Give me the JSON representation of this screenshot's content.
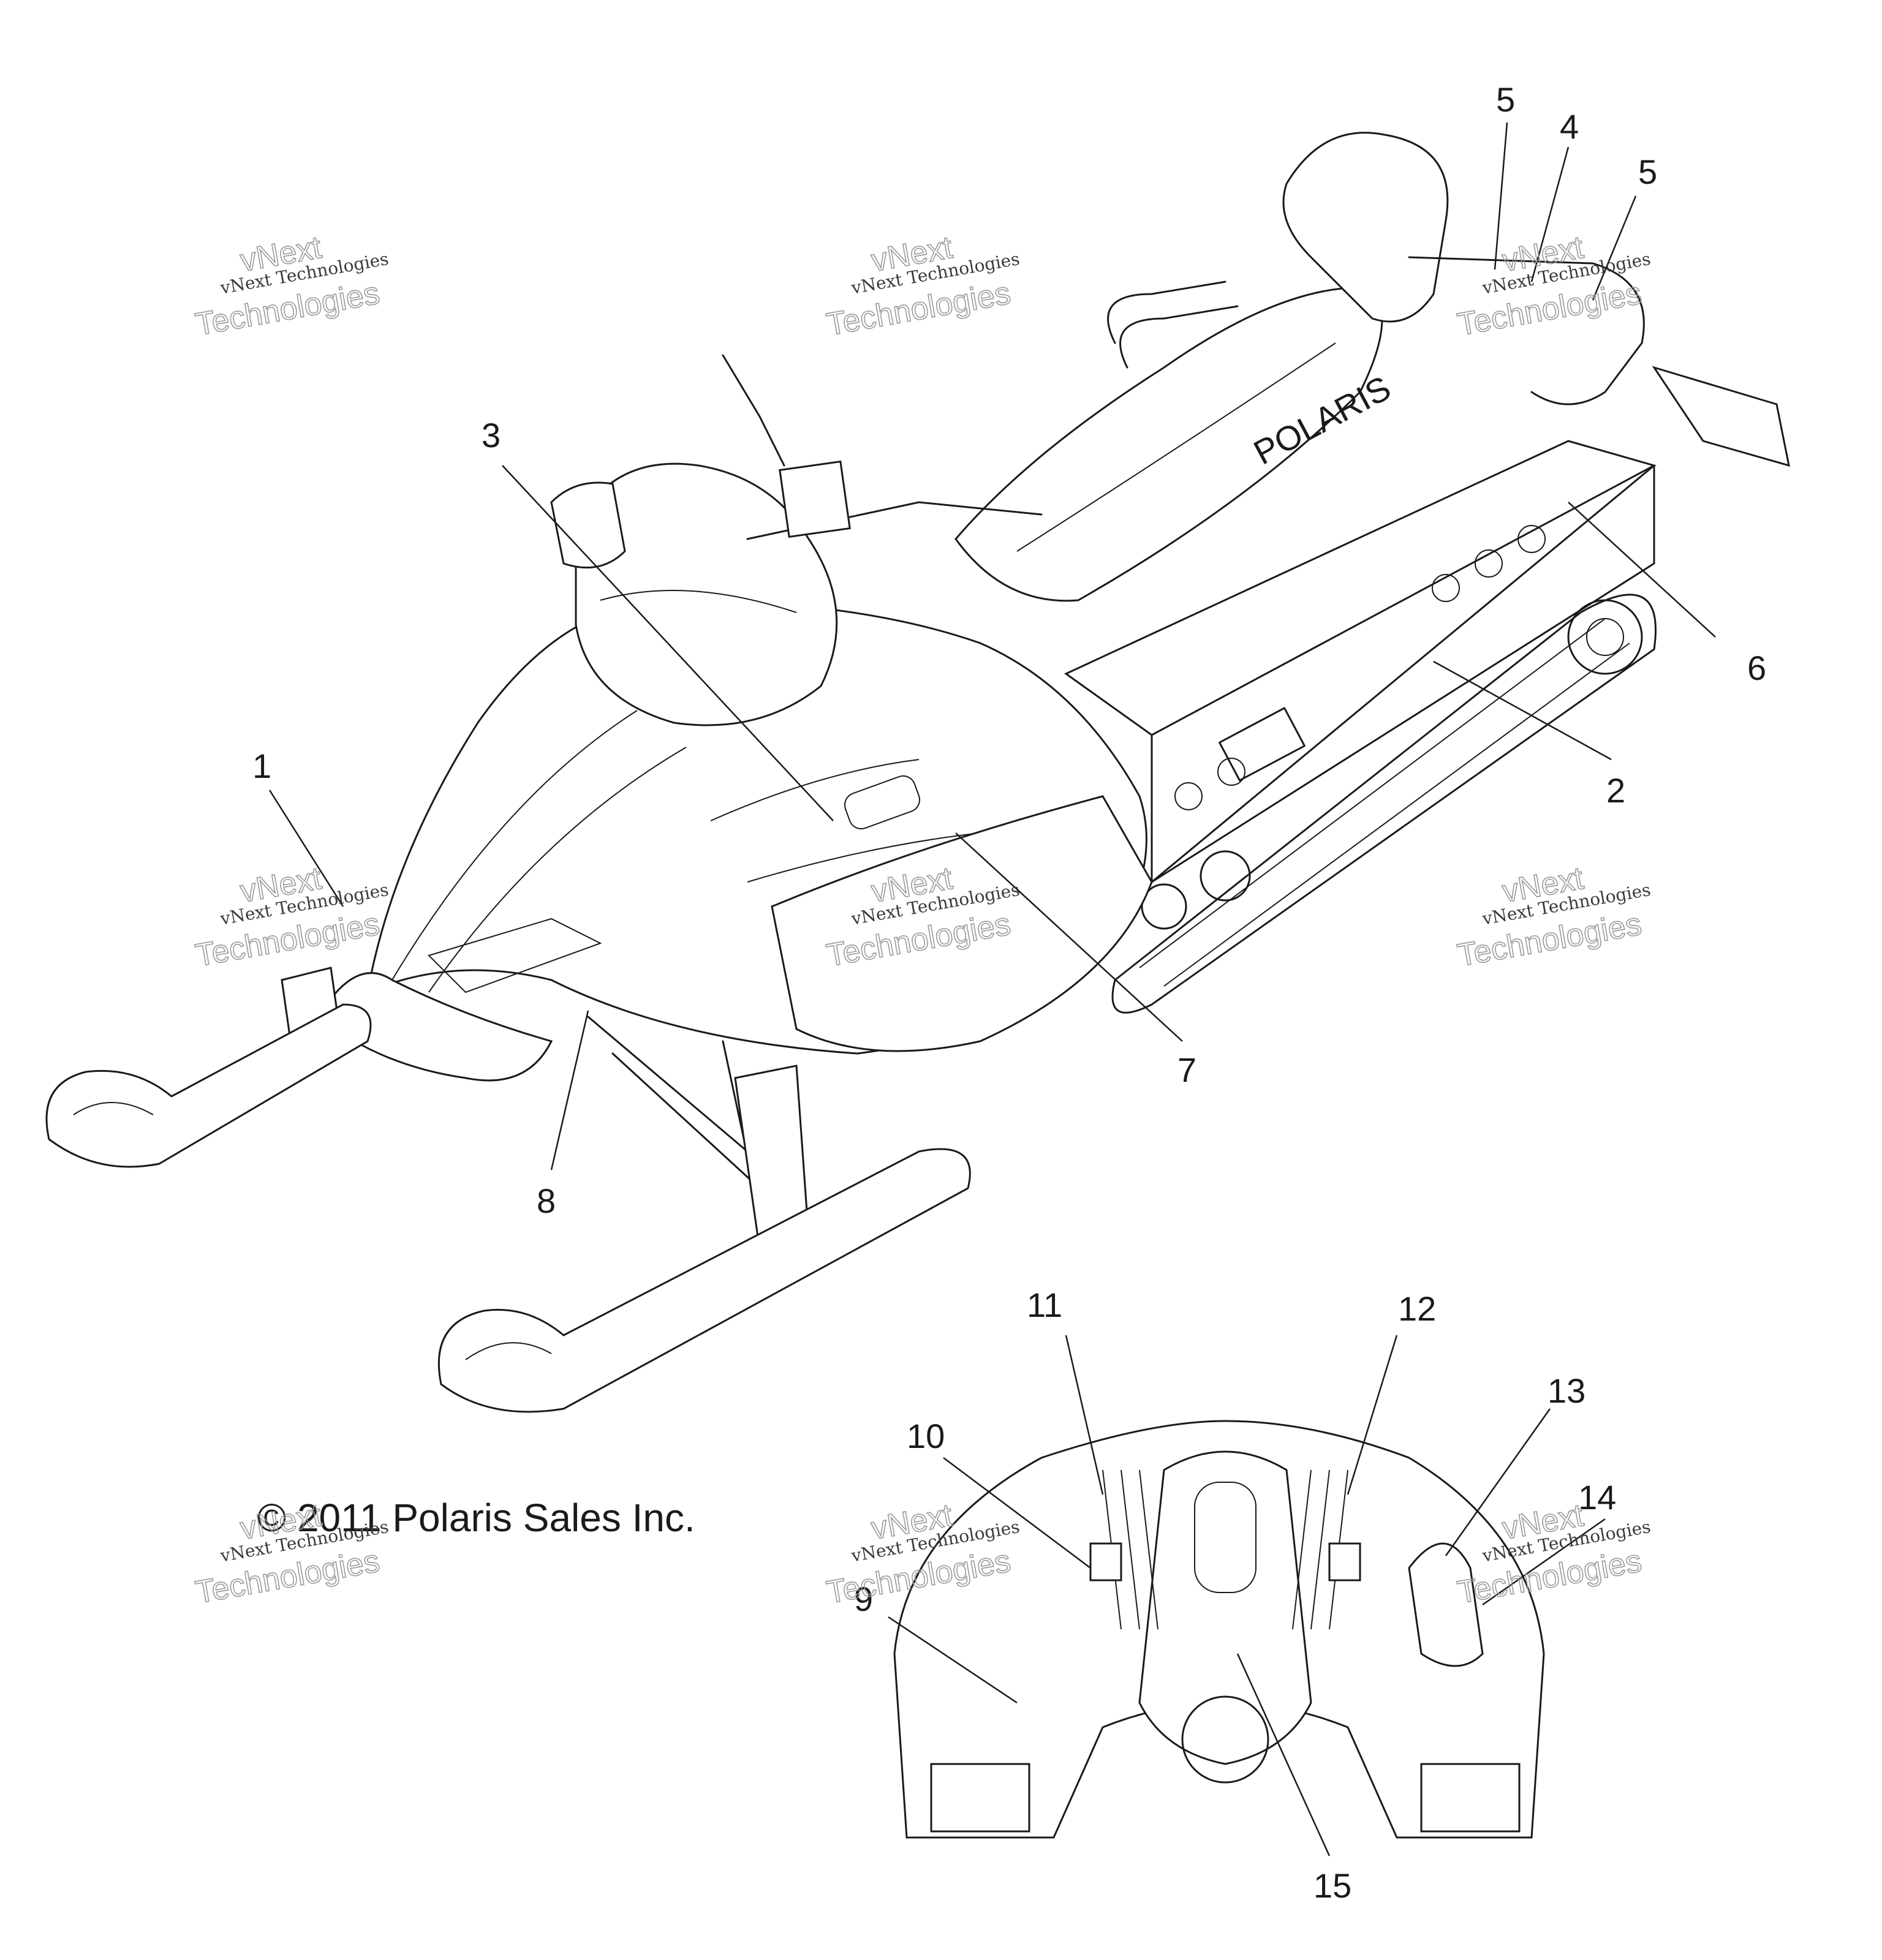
{
  "copyright": "© 2011 Polaris Sales Inc.",
  "brand_mark": "POLARIS",
  "watermark": {
    "line1": "vNext",
    "line2": "vNext Technologies",
    "line3": "Technologies"
  },
  "callouts": [
    "1",
    "2",
    "3",
    "4",
    "5",
    "5",
    "6",
    "7",
    "8",
    "9",
    "10",
    "11",
    "12",
    "13",
    "14",
    "15"
  ],
  "colors": {
    "ink": "#1a1a1a",
    "watermark": "#9a9a9a",
    "background": "#ffffff"
  }
}
